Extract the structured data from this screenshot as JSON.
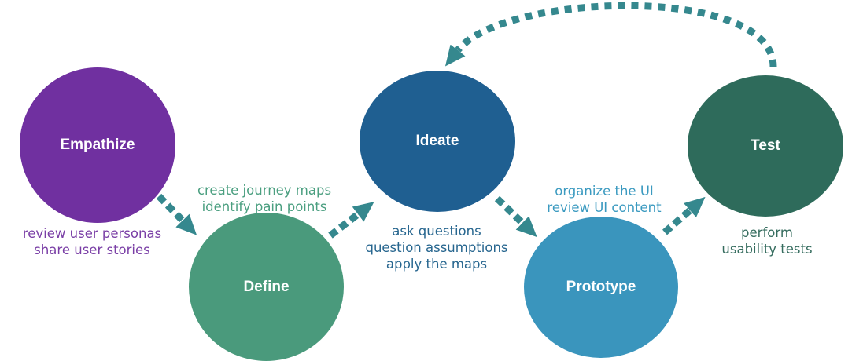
{
  "colors": {
    "empathize": "#7030a0",
    "define": "#4a9a7c",
    "ideate": "#1f5f91",
    "prototype": "#3a95bd",
    "test": "#2e6b5b",
    "arrow": "#35888e",
    "note_empathize": "#7a3fa6",
    "note_define": "#4b9f80",
    "note_ideate": "#27668f",
    "note_prototype": "#3b9ac0",
    "note_test": "#356c5e"
  },
  "stages": {
    "empathize": {
      "label": "Empathize",
      "notes": [
        "review user personas",
        "share user stories"
      ]
    },
    "define": {
      "label": "Define",
      "notes": [
        "create journey maps",
        "identify pain points"
      ]
    },
    "ideate": {
      "label": "Ideate",
      "notes": [
        "ask questions",
        "question assumptions",
        "apply the maps"
      ]
    },
    "prototype": {
      "label": "Prototype",
      "notes": [
        "organize the UI",
        "review UI content"
      ]
    },
    "test": {
      "label": "Test",
      "notes": [
        "perform",
        "usability tests"
      ]
    }
  }
}
